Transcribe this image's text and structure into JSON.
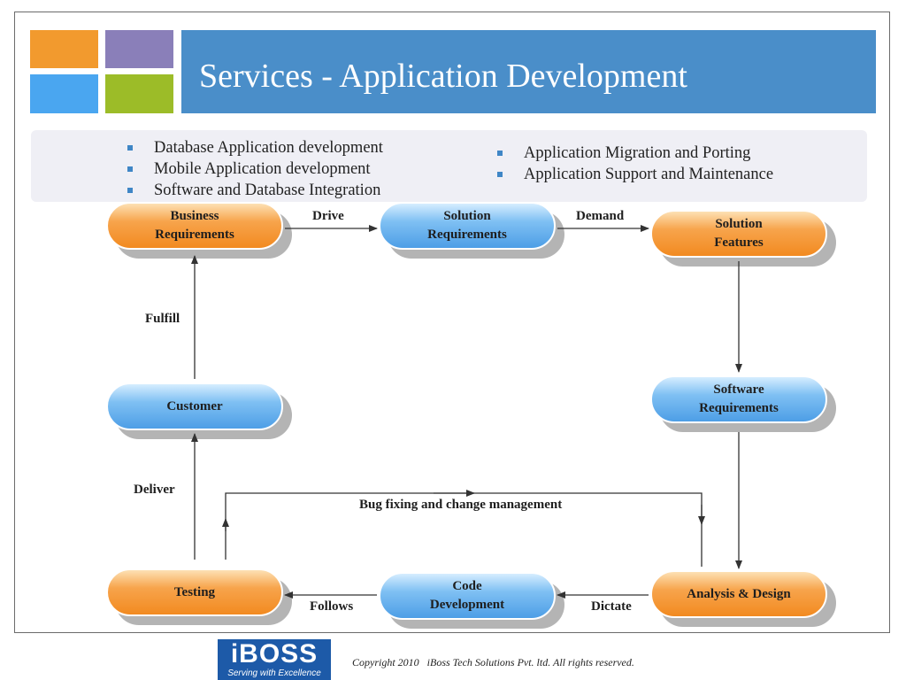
{
  "header": {
    "title": "Services - Application Development",
    "squares": {
      "orange": "#f29a2e",
      "purple": "#8a7fb9",
      "blue": "#4aa6f0",
      "green": "#9cbc28"
    }
  },
  "bullets": {
    "left": [
      "Database Application development",
      "Mobile Application development",
      "Software and Database Integration"
    ],
    "right": [
      "Application Migration and Porting",
      "Application Support and Maintenance"
    ]
  },
  "diagram": {
    "nodes": {
      "business_requirements": "Business\nRequirements",
      "solution_requirements": "Solution\nRequirements",
      "solution_features": "Solution\nFeatures",
      "software_requirements": "Software\nRequirements",
      "analysis_design": "Analysis & Design",
      "code_development": "Code\nDevelopment",
      "testing": "Testing",
      "customer": "Customer"
    },
    "edges": {
      "drive": "Drive",
      "demand": "Demand",
      "fulfill": "Fulfill",
      "deliver": "Deliver",
      "bug_fixing": "Bug fixing and change management",
      "follows": "Follows",
      "dictate": "Dictate"
    }
  },
  "footer": {
    "logo_text": "iBOSS",
    "logo_tagline": "Serving with Excellence",
    "copyright": "Copyright 2010   iBoss Tech Solutions Pvt. ltd. All rights reserved."
  }
}
